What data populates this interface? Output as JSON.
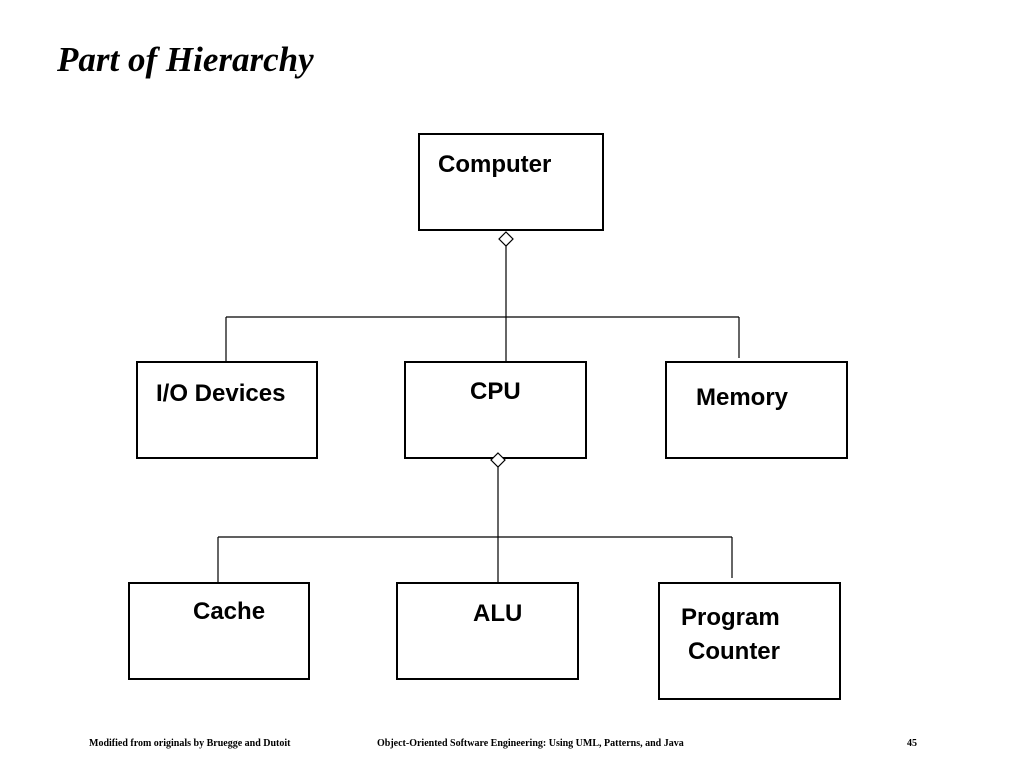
{
  "slide": {
    "title": "Part of Hierarchy"
  },
  "diagram": {
    "nodes": {
      "computer": "Computer",
      "io_devices": "I/O Devices",
      "cpu": "CPU",
      "memory": "Memory",
      "cache": "Cache",
      "alu": "ALU",
      "program_counter_line1": "Program",
      "program_counter_line2": "Counter"
    }
  },
  "footer": {
    "credit": "Modified from originals by Bruegge and Dutoit",
    "book": "Object-Oriented Software Engineering: Using UML, Patterns, and Java",
    "page_number": "45"
  }
}
